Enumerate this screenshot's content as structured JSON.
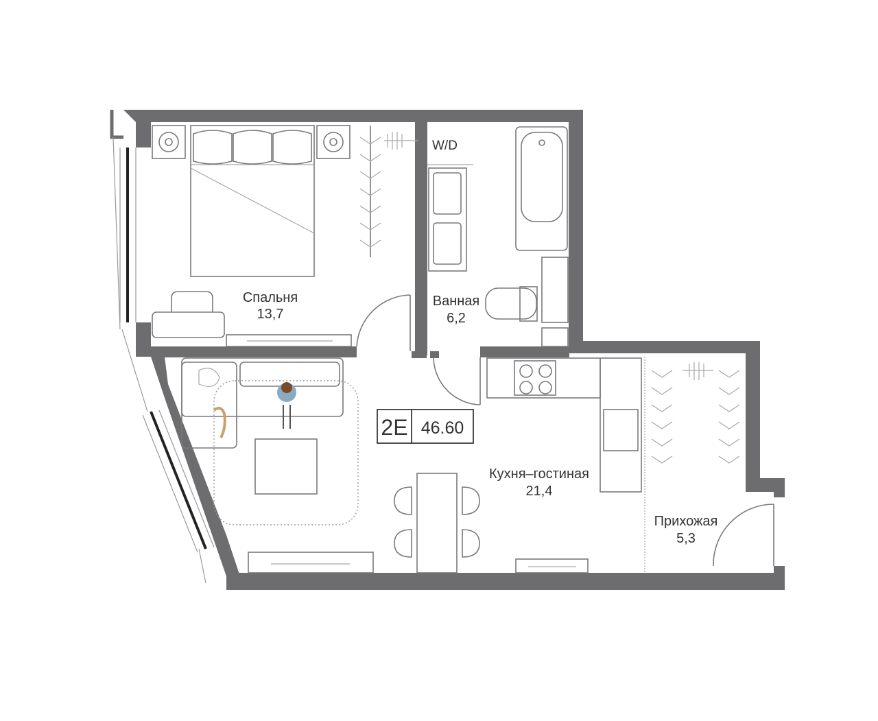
{
  "plan": {
    "unit_code": "2E",
    "total_area": "46.60",
    "wall_color": "#6d6d70",
    "rooms": [
      {
        "name": "Спальня",
        "area": "13,7"
      },
      {
        "name": "Ванная",
        "area": "6,2"
      },
      {
        "name": "Кухня–гостиная",
        "area": "21,4"
      },
      {
        "name": "Прихожая",
        "area": "5,3"
      }
    ],
    "appliance_label": "W/D",
    "icons": [
      "bed",
      "sofa",
      "armchair",
      "desk",
      "wardrobe",
      "bathtub",
      "sink",
      "toilet",
      "stove",
      "dining-table",
      "door-swing",
      "person",
      "cat",
      "rug",
      "air-conditioner"
    ]
  }
}
